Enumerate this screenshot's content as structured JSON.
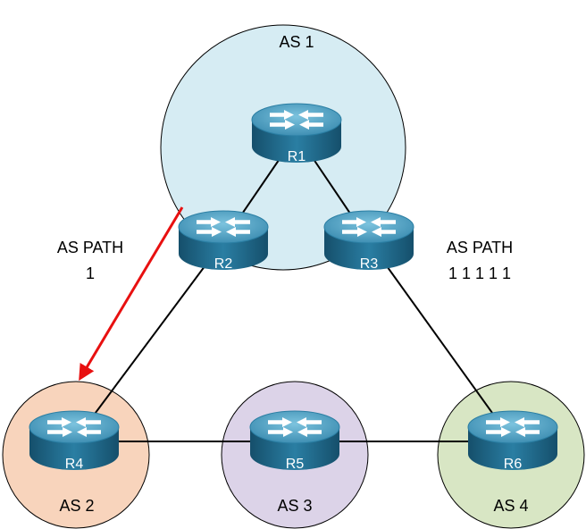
{
  "colors": {
    "as1_fill": "#d6ecf3",
    "as2_fill": "#f8d4bc",
    "as3_fill": "#dcd3e8",
    "as4_fill": "#d8e6c4",
    "circle_stroke": "#000000",
    "link": "#000000",
    "arrow": "#e81010",
    "router_body": "#1f6a8c",
    "router_top": "#5ba9c8"
  },
  "autonomous_systems": [
    {
      "id": "as1",
      "label": "AS 1"
    },
    {
      "id": "as2",
      "label": "AS 2"
    },
    {
      "id": "as3",
      "label": "AS 3"
    },
    {
      "id": "as4",
      "label": "AS 4"
    }
  ],
  "routers": [
    {
      "id": "r1",
      "label": "R1"
    },
    {
      "id": "r2",
      "label": "R2"
    },
    {
      "id": "r3",
      "label": "R3"
    },
    {
      "id": "r4",
      "label": "R4"
    },
    {
      "id": "r5",
      "label": "R5"
    },
    {
      "id": "r6",
      "label": "R6"
    }
  ],
  "links": [
    {
      "from": "r1",
      "to": "r2"
    },
    {
      "from": "r1",
      "to": "r3"
    },
    {
      "from": "r2",
      "to": "r4"
    },
    {
      "from": "r3",
      "to": "r6"
    },
    {
      "from": "r4",
      "to": "r5"
    },
    {
      "from": "r5",
      "to": "r6"
    }
  ],
  "annotations": {
    "left_title": "AS PATH",
    "left_value": "1",
    "right_title": "AS PATH",
    "right_value": "1 1 1 1 1"
  },
  "icons": {
    "router": "router-icon",
    "arrow": "advertisement-arrow"
  }
}
